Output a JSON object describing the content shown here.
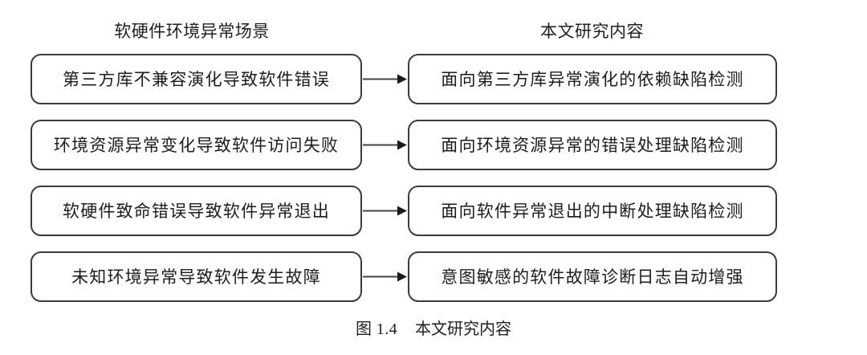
{
  "figure": {
    "caption_number": "图 1.4",
    "caption_title": "本文研究内容"
  },
  "columns": {
    "left_header": "软硬件环境异常场景",
    "right_header": "本文研究内容"
  },
  "colors": {
    "box_border": "#3b3b3b",
    "box_fill": "#ffffff",
    "text": "#1c1c1c",
    "arrow": "#444444",
    "page_background": "#ffffff"
  },
  "rows": [
    {
      "scene": "第三方库不兼容演化导致软件错误",
      "research": "面向第三方库异常演化的依赖缺陷检测",
      "arrow": "arrow-right-icon"
    },
    {
      "scene": "环境资源异常变化导致软件访问失败",
      "research": "面向环境资源异常的错误处理缺陷检测",
      "arrow": "arrow-right-icon"
    },
    {
      "scene": "软硬件致命错误导致软件异常退出",
      "research": "面向软件异常退出的中断处理缺陷检测",
      "arrow": "arrow-right-icon"
    },
    {
      "scene": "未知环境异常导致软件发生故障",
      "research": "意图敏感的软件故障诊断日志自动增强",
      "arrow": "arrow-right-icon"
    }
  ]
}
